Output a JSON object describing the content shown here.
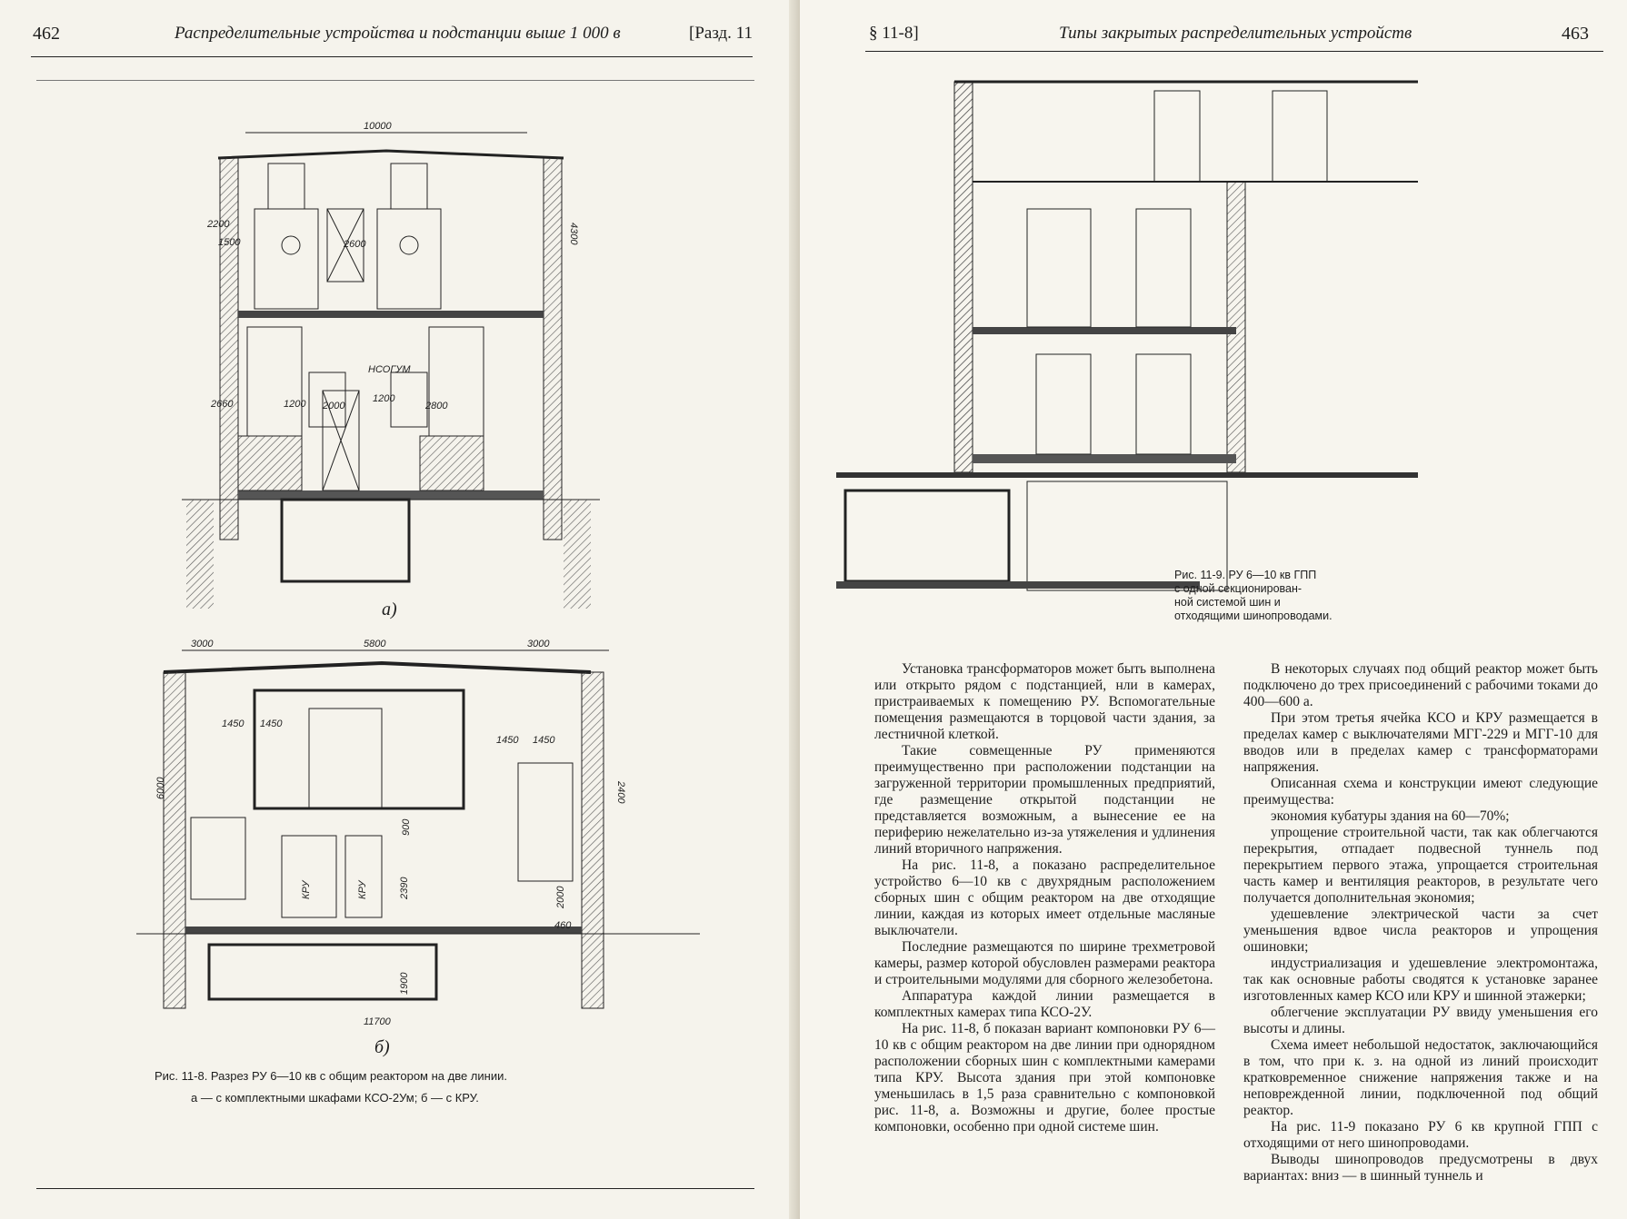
{
  "left_page": {
    "page_number": "462",
    "running_title": "Распределительные устройства и подстанции выше 1 000 в",
    "section_ref": "[Разд. 11",
    "fig_a_letter": "а)",
    "fig_b_letter": "б)",
    "fig_a_dims": [
      "10000",
      "4300",
      "2200",
      "1500",
      "2600",
      "2660",
      "1200",
      "2000",
      "1200",
      "2800",
      "НСОГУМ"
    ],
    "fig_b_dims": [
      "3000",
      "5800",
      "3000",
      "1450",
      "1450",
      "1450",
      "1450",
      "6000",
      "2400",
      "900",
      "2390",
      "2000",
      "460",
      "1900",
      "11700",
      "КРУ",
      "КРУ"
    ],
    "caption_line1": "Рис. 11-8. Разрез РУ 6—10 кв с общим реактором на две линии.",
    "caption_line2": "а — с комплектными шкафами КСО-2Ум; б — с КРУ."
  },
  "right_page": {
    "section_ref": "§ 11-8]",
    "running_title": "Типы закрытых распределительных устройств",
    "page_number": "463",
    "caption_lines": [
      "Рис. 11-9. РУ 6—10 кв ГПП",
      "с одной секционирован-",
      "ной системой шин и",
      "отходящими шинопроводами."
    ],
    "col1": [
      "Установка трансформаторов может быть выполнена или открыто рядом с подстанцией, нли в камерах, пристраиваемых к помещению РУ. Вспомогательные помещения размещаются в торцовой части здания, за лестничной клеткой.",
      "Такие совмещенные РУ применяются преимущественно при расположении подстанции на загруженной территории промышленных предприятий, где размещение открытой подстанции не представляется возможным, а вынесение ее на периферию нежелательно из-за утяжеления и удлинения линий вторичного напряжения.",
      "На рис. 11-8, а показано распределительное устройство 6—10 кв с двухрядным расположением сборных шин с общим реактором на две отходящие линии, каждая из которых имеет отдельные масляные выключатели.",
      "Последние размещаются по ширине трехметровой камеры, размер которой обусловлен размерами реактора и строительными модулями для сборного железобетона.",
      "Аппаратура каждой линии размещается в комплектных камерах типа КСО-2У.",
      "На рис. 11-8, б показан вариант компоновки РУ 6—10 кв с общим реактором на две линии при однорядном расположении сборных шин с комплектными камерами типа КРУ. Высота здания при этой компоновке уменьшилась в 1,5 раза сравнительно с компоновкой рис. 11-8, а. Возможны и другие, более простые компоновки, особенно при одной системе шин."
    ],
    "col2": [
      "В некоторых случаях под общий реактор может быть подключено до трех присоединений с рабочими токами до 400—600 а.",
      "При этом третья ячейка КСО и КРУ размещается в пределах камер с выключателями МГГ-229 и МГГ-10 для вводов или в пределах камер с трансформаторами напряжения.",
      "Описанная схема и конструкции имеют следующие преимущества:",
      "экономия кубатуры здания на 60—70%;",
      "упрощение строительной части, так как облегчаются перекрытия, отпадает подвесной туннель под перекрытием первого этажа, упрощается строительная часть камер и вентиляция реакторов, в результате чего получается дополнительная экономия;",
      "удешевление электрической части за счет уменьшения вдвое числа реакторов и упрощения ошиновки;",
      "индустриализация и удешевление электромонтажа, так как основные работы сводятся к установке заранее изготовленных камер КСО или КРУ и шинной этажерки;",
      "облегчение эксплуатации РУ ввиду уменьшения его высоты и длины.",
      "Схема имеет небольшой недостаток, заключающийся в том, что при к. з. на одной из линий происходит кратковременное снижение напряжения также и на неповрежденной линии, подключенной под общий реактор.",
      "На рис. 11-9 показано РУ 6 кв крупной ГПП с отходящими от него шинопроводами.",
      "Выводы шинопроводов предусмотрены в двух вариантах: вниз — в шинный туннель и"
    ]
  },
  "colors": {
    "paper_left": "#f5f3ec",
    "paper_right": "#f7f5ee",
    "ink": "#1d1d1d",
    "hatch": "#555"
  }
}
